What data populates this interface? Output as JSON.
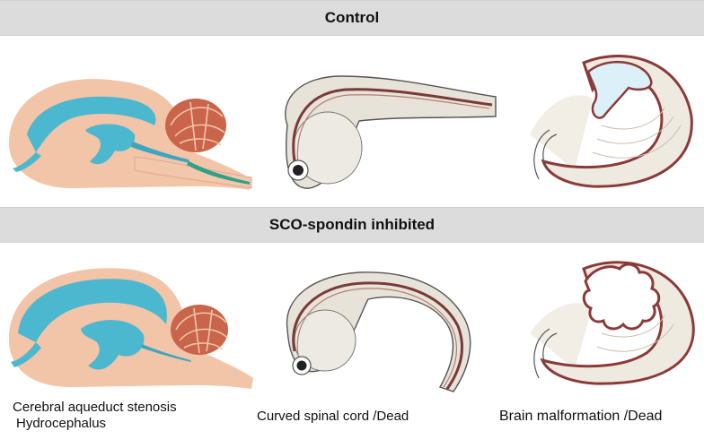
{
  "rows": {
    "control": {
      "title": "Control"
    },
    "inhibited": {
      "title": "SCO-spondin inhibited"
    }
  },
  "captions": {
    "brain_line1": "Cerebral aqueduct stenosis",
    "brain_line2": "Hydrocephalus",
    "larva": "Curved spinal cord /Dead",
    "embryo": "Brain malformation /Dead"
  },
  "colors": {
    "band": "#dcdcdc",
    "brain_tissue": "#f2c4a8",
    "ventricle": "#4cb8cf",
    "cerebellum": "#c9654a",
    "larva_body": "#e7e3d8",
    "spinal_cord": "#7a3a3a",
    "embryo_outline": "#8b3a3a"
  }
}
